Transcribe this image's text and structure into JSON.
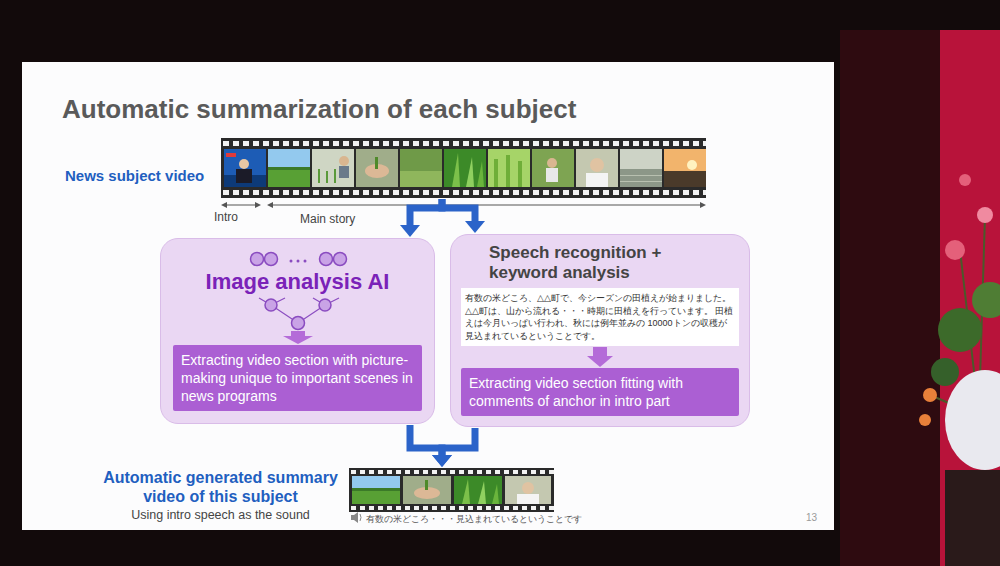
{
  "diagram": {
    "title": "Automatic summarization of each subject",
    "nodes": [
      {
        "text": [
          "News subject video"
        ]
      },
      {
        "text": [
          "Image analysis AI"
        ]
      },
      {
        "text": [
          "Extracting video section with picture-making unique to important scenes in news programs"
        ],
        "in": 1
      },
      {
        "text": [
          "Speech recognition + keyword analysis"
        ]
      },
      {
        "text": [
          "有数の米どころ、△△町で、今シーズンの田植えが始まりました。 △△町は、山から流れる・・・時期に田植えを行っています。 田植えは今月いっぱい行われ、秋には例年並みの 10000トンの収穫が見込まれているということです。"
        ],
        "in": 3
      },
      {
        "text": [
          "Extracting video section fitting with comments of anchor in intro part"
        ],
        "in": 3
      },
      {
        "text": [
          "Automatic generated summary video of this subject",
          "Using intro speech as the sound"
        ]
      }
    ],
    "edges": [
      {
        "from": 0,
        "to": 1,
        "arrow": "to"
      },
      {
        "from": 0,
        "to": 3,
        "arrow": "to"
      },
      {
        "from": 4,
        "to": 5,
        "arrow": "to"
      },
      {
        "from": 1,
        "to": 6,
        "arrow": "to"
      },
      {
        "from": 3,
        "to": 6,
        "arrow": "to"
      }
    ],
    "labels": [
      "Intro",
      "Main story",
      "有数の米どころ・・・見込まれているということです",
      "13"
    ]
  }
}
